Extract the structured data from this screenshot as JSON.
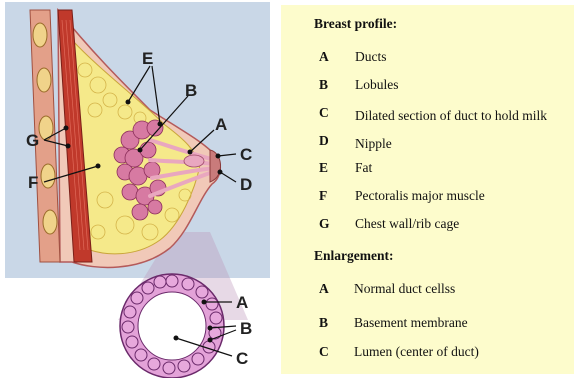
{
  "diagram": {
    "colors": {
      "background_panel": "#c9d7e7",
      "skin": "#f1c9b8",
      "muscle": "#c0392b",
      "fat": "#f5e98a",
      "lobules": "#d77aa2",
      "duct": "#e9a7bf",
      "legend_background": "#fdfccc"
    },
    "profile_labels": {
      "A": "A",
      "B": "B",
      "C": "C",
      "D": "D",
      "E": "E",
      "F": "F",
      "G": "G"
    },
    "enlargement_labels": {
      "A": "A",
      "B": "B",
      "C": "C"
    }
  },
  "legend": {
    "profile_title": "Breast profile:",
    "profile_items": [
      {
        "letter": "A",
        "text": "Ducts"
      },
      {
        "letter": "B",
        "text": "Lobules"
      },
      {
        "letter": "C",
        "text": "Dilated section of duct to hold milk"
      },
      {
        "letter": "D",
        "text": "Nipple"
      },
      {
        "letter": "E",
        "text": "Fat"
      },
      {
        "letter": "F",
        "text": "Pectoralis major muscle"
      },
      {
        "letter": "G",
        "text": "Chest wall/rib cage"
      }
    ],
    "enlargement_title": "Enlargement:",
    "enlargement_items": [
      {
        "letter": "A",
        "text": "Normal duct cellss"
      },
      {
        "letter": "B",
        "text": "Basement membrane"
      },
      {
        "letter": "C",
        "text": "Lumen (center of duct)"
      }
    ]
  }
}
